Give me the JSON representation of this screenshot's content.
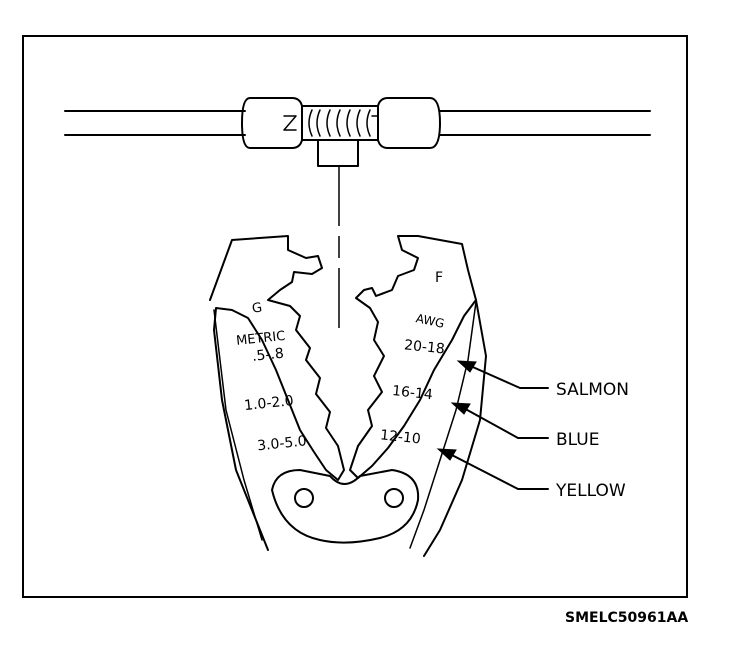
{
  "figure_id": "SMELC50961AA",
  "tool": {
    "left_scale_title": "METRIC",
    "right_scale_title": "AWG",
    "left_marker": "G",
    "right_marker": "F",
    "metric_sizes": [
      ".5-.8",
      "1.0-2.0",
      "3.0-5.0"
    ],
    "awg_sizes": [
      "20-18",
      "16-14",
      "12-10"
    ]
  },
  "callouts": [
    {
      "label": "SALMON"
    },
    {
      "label": "BLUE"
    },
    {
      "label": "YELLOW"
    }
  ]
}
